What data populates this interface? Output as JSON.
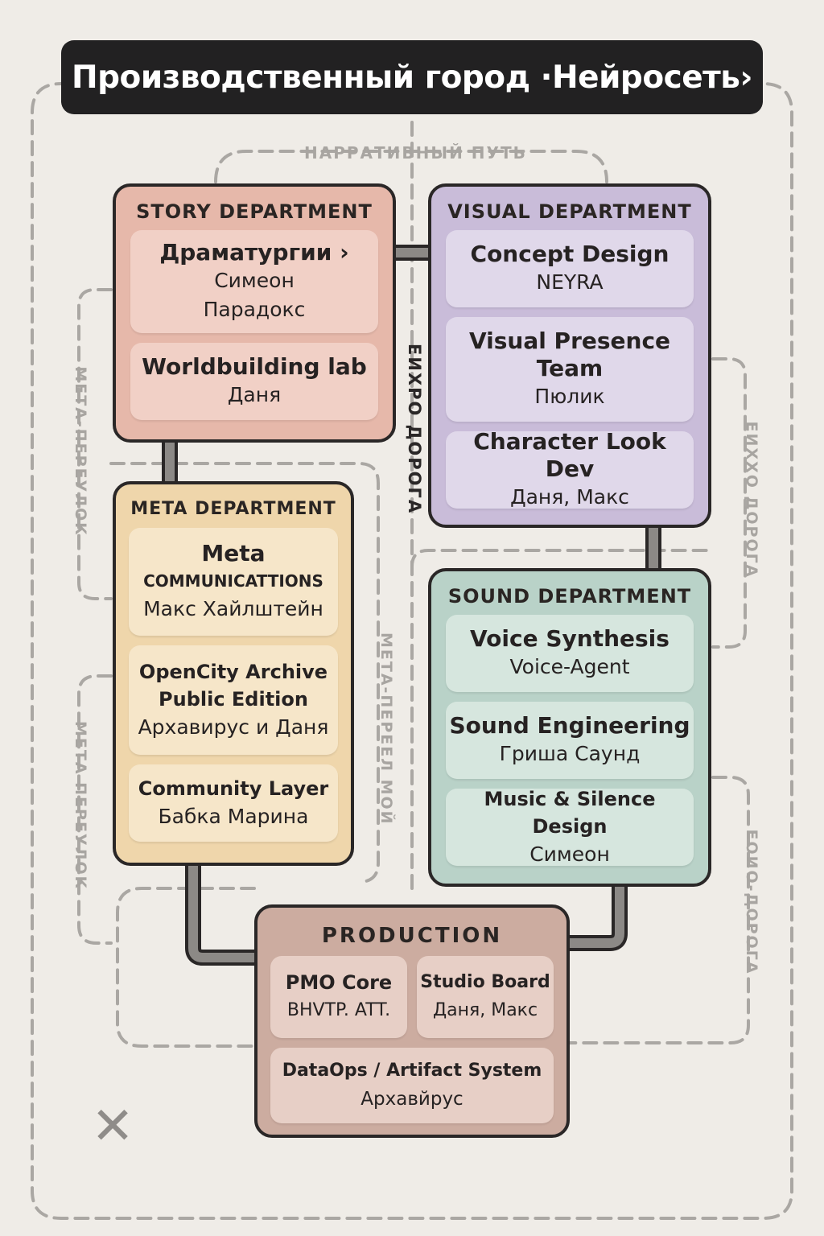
{
  "title": "Производственный город ·Нейросеть›",
  "roads": {
    "narrative": "НАРРАТИВНЫЙ ПУТЬ",
    "center_vertical": "ЕИХРО ДОРОГА",
    "left_upper": "МЕТА-ПЕРЕУЛОК",
    "left_lower": "МЕТА ПЕРЕУЛОК",
    "center_left": "МЕТА-ПЕРЕЕЛ МОЙ",
    "right_upper": "ЕИХХО ДОРОГА",
    "right_lower": "ЕОИО-ДОРОГА"
  },
  "departments": {
    "story": {
      "title": "STORY DEPARTMENT",
      "units": [
        {
          "name": "Драматургии ›",
          "people": [
            "Симеон",
            "Парадокс"
          ]
        },
        {
          "name": "Worldbuilding lab",
          "people": [
            "Даня"
          ]
        }
      ]
    },
    "visual": {
      "title": "VISUAL DEPARTMENT",
      "units": [
        {
          "name": "Concept Design",
          "people": [
            "NEYRA"
          ]
        },
        {
          "name": "Visual Presence",
          "name2": "Team",
          "people": [
            "Пюлик"
          ]
        },
        {
          "name": "Character Look Dev",
          "people": [
            "Даня, Макс"
          ]
        }
      ]
    },
    "meta": {
      "title": "META DEPARTMENT",
      "units": [
        {
          "name": "Meta",
          "sub": "COMMUNICATTIONS",
          "people": [
            "Макс Хайлштейн"
          ]
        },
        {
          "name": "OpenCity Archive",
          "name2": "Public Edition",
          "people": [
            "Архавирус и Даня"
          ]
        },
        {
          "name": "Community Layer",
          "people": [
            "Бабка Марина"
          ]
        }
      ]
    },
    "sound": {
      "title": "SOUND DEPARTMENT",
      "units": [
        {
          "name": "Voice Synthesis",
          "people": [
            "Voice-Agent"
          ]
        },
        {
          "name": "Sound Engineering",
          "people": [
            "Гриша Саунд"
          ]
        },
        {
          "name": "Music & Silence Design",
          "people": [
            "Симеон"
          ]
        }
      ]
    },
    "production": {
      "title": "PRODUCTION",
      "units": [
        {
          "name": "PMO Core",
          "people": [
            "BHVTP. ATT."
          ]
        },
        {
          "name": "Studio Board",
          "people": [
            "Даня, Макс"
          ]
        },
        {
          "name": "DataOps / Artifact System",
          "people": [
            "Архавйрус"
          ]
        }
      ]
    }
  },
  "close_glyph": "✕",
  "colors": {
    "background": "#efece7",
    "title_bar": "#222122",
    "story": "#e6b8aa",
    "visual": "#c9bcd9",
    "meta": "#efd6ab",
    "sound": "#b9d2c8",
    "production": "#ccaca0",
    "connector": "#8c8986",
    "road_dash": "#aaa7a3"
  }
}
